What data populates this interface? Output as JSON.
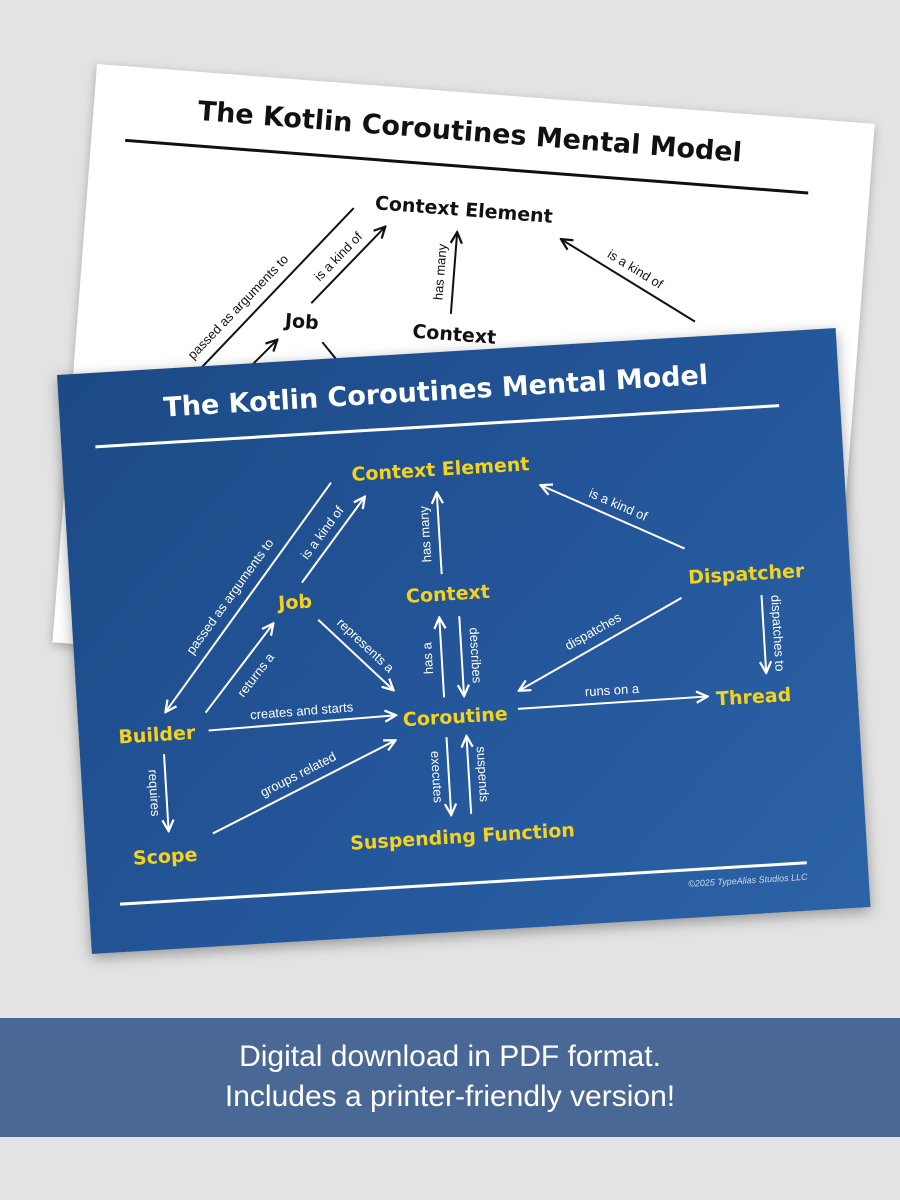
{
  "diagram": {
    "title": "The Kotlin Coroutines Mental Model",
    "copyright": "©2025 TypeAlias Studios LLC",
    "nodes": [
      {
        "id": "context-element",
        "label": "Context Element"
      },
      {
        "id": "job",
        "label": "Job"
      },
      {
        "id": "context",
        "label": "Context"
      },
      {
        "id": "dispatcher",
        "label": "Dispatcher"
      },
      {
        "id": "builder",
        "label": "Builder"
      },
      {
        "id": "coroutine",
        "label": "Coroutine"
      },
      {
        "id": "thread",
        "label": "Thread"
      },
      {
        "id": "scope",
        "label": "Scope"
      },
      {
        "id": "suspending-function",
        "label": "Suspending Function"
      }
    ],
    "edges": [
      {
        "from": "context-element",
        "to": "builder",
        "label": "passed as arguments to"
      },
      {
        "from": "builder",
        "to": "job",
        "label": "returns a"
      },
      {
        "from": "job",
        "to": "context-element",
        "label": "is a kind of"
      },
      {
        "from": "job",
        "to": "coroutine",
        "label": "represents a"
      },
      {
        "from": "context",
        "to": "context-element",
        "label": "has many"
      },
      {
        "from": "coroutine",
        "to": "context",
        "label": "has a"
      },
      {
        "from": "context",
        "to": "coroutine",
        "label": "describes"
      },
      {
        "from": "builder",
        "to": "coroutine",
        "label": "creates and starts"
      },
      {
        "from": "scope",
        "to": "coroutine",
        "label": "groups related"
      },
      {
        "from": "builder",
        "to": "scope",
        "label": "requires"
      },
      {
        "from": "coroutine",
        "to": "suspending-function",
        "label": "executes"
      },
      {
        "from": "suspending-function",
        "to": "coroutine",
        "label": "suspends"
      },
      {
        "from": "dispatcher",
        "to": "context-element",
        "label": "is a kind of"
      },
      {
        "from": "dispatcher",
        "to": "coroutine",
        "label": "dispatches"
      },
      {
        "from": "dispatcher",
        "to": "thread",
        "label": "dispatches to"
      },
      {
        "from": "coroutine",
        "to": "thread",
        "label": "runs on a"
      }
    ]
  },
  "colors": {
    "card_background": "#24569a",
    "node_text": "#f5d21c",
    "edge": "#ffffff",
    "print_ink": "#111111",
    "banner": "#4a6896"
  },
  "banner": {
    "line1": "Digital download in PDF format.",
    "line2": "Includes a printer-friendly version!"
  }
}
